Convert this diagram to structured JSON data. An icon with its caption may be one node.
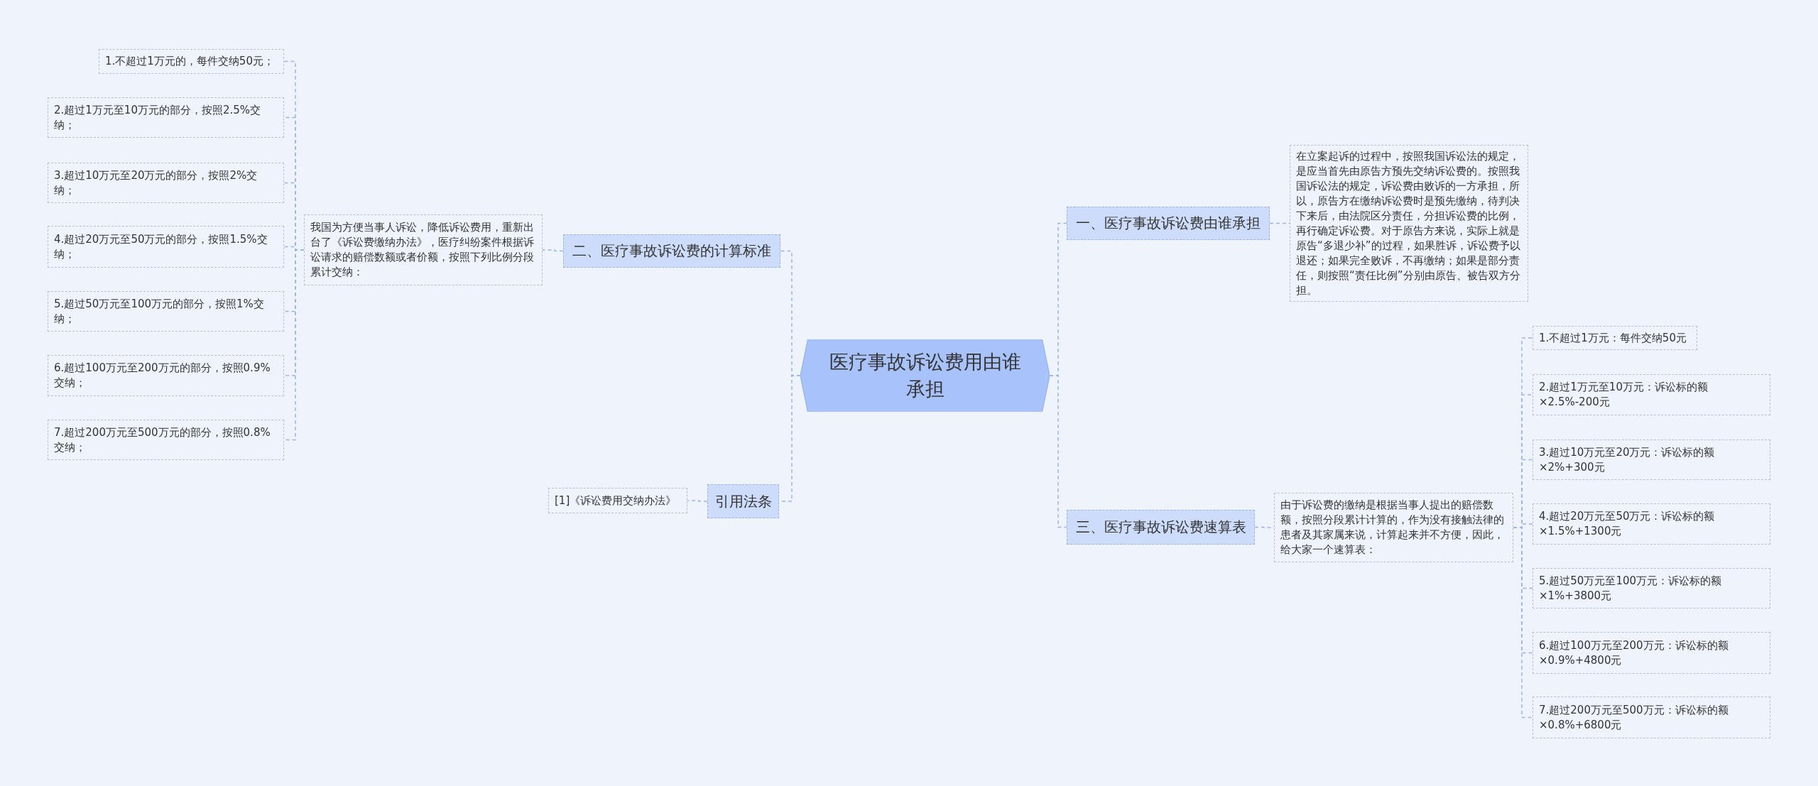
{
  "diagram": {
    "nodes": [
      {
        "text": [
          "医疗事故诉讼费用由谁承担"
        ]
      },
      {
        "text": [
          "一、医疗事故诉讼费由谁承担"
        ]
      },
      {
        "text": [
          "在立案起诉的过程中，按照我国诉讼法的规定，是应当首先由原告方预先交纳诉讼费的。按照我国诉讼法的规定，诉讼费由败诉的一方承担，所以，原告方在缴纳诉讼费时是预先缴纳，待判决下来后，由法院区分责任，分担诉讼费的比例，再行确定诉讼费。对于原告方来说，实际上就是原告“多退少补”的过程，如果胜诉，诉讼费予以退还；如果完全败诉，不再缴纳；如果是部分责任，则按照“责任比例”分别由原告、被告双方分担。"
        ]
      },
      {
        "text": [
          "二、医疗事故诉讼费的计算标准"
        ]
      },
      {
        "text": [
          "我国为方便当事人诉讼，降低诉讼费用，重新出台了《诉讼费缴纳办法》，医疗纠纷案件根据诉讼请求的赔偿数额或者价额，按照下列比例分段累计交纳："
        ]
      },
      {
        "text": [
          "1.不超过1万元的，每件交纳50元；"
        ]
      },
      {
        "text": [
          "2.超过1万元至10万元的部分，按照2.5%交纳；"
        ]
      },
      {
        "text": [
          "3.超过10万元至20万元的部分，按照2%交纳；"
        ]
      },
      {
        "text": [
          "4.超过20万元至50万元的部分，按照1.5%交纳；"
        ]
      },
      {
        "text": [
          "5.超过50万元至100万元的部分，按照1%交纳；"
        ]
      },
      {
        "text": [
          "6.超过100万元至200万元的部分，按照0.9%交纳；"
        ]
      },
      {
        "text": [
          "7.超过200万元至500万元的部分，按照0.8%交纳；"
        ]
      },
      {
        "text": [
          "引用法条"
        ]
      },
      {
        "text": [
          "[1]《诉讼费用交纳办法》"
        ]
      },
      {
        "text": [
          "三、医疗事故诉讼费速算表"
        ]
      },
      {
        "text": [
          "由于诉讼费的缴纳是根据当事人提出的赔偿数额，按照分段累计计算的，作为没有接触法律的患者及其家属来说，计算起来并不方便，因此，给大家一个速算表："
        ]
      },
      {
        "text": [
          "1.不超过1万元：每件交纳50元"
        ]
      },
      {
        "text": [
          "2.超过1万元至10万元：诉讼标的额×2.5%-200元"
        ]
      },
      {
        "text": [
          "3.超过10万元至20万元：诉讼标的额×2%+300元"
        ]
      },
      {
        "text": [
          "4.超过20万元至50万元：诉讼标的额×1.5%+1300元"
        ]
      },
      {
        "text": [
          "5.超过50万元至100万元：诉讼标的额×1%+3800元"
        ]
      },
      {
        "text": [
          "6.超过100万元至200万元：诉讼标的额×0.9%+4800元"
        ]
      },
      {
        "text": [
          "7.超过200万元至500万元：诉讼标的额×0.8%+6800元"
        ]
      }
    ],
    "edges": [
      {
        "from": 0,
        "to": 1,
        "arrow": "none"
      },
      {
        "from": 1,
        "to": 2,
        "arrow": "none"
      },
      {
        "from": 0,
        "to": 3,
        "arrow": "none"
      },
      {
        "from": 3,
        "to": 4,
        "arrow": "none"
      },
      {
        "from": 4,
        "to": 5,
        "arrow": "none"
      },
      {
        "from": 4,
        "to": 6,
        "arrow": "none"
      },
      {
        "from": 4,
        "to": 7,
        "arrow": "none"
      },
      {
        "from": 4,
        "to": 8,
        "arrow": "none"
      },
      {
        "from": 4,
        "to": 9,
        "arrow": "none"
      },
      {
        "from": 4,
        "to": 10,
        "arrow": "none"
      },
      {
        "from": 4,
        "to": 11,
        "arrow": "none"
      },
      {
        "from": 0,
        "to": 12,
        "arrow": "none"
      },
      {
        "from": 12,
        "to": 13,
        "arrow": "none"
      },
      {
        "from": 0,
        "to": 14,
        "arrow": "none"
      },
      {
        "from": 14,
        "to": 15,
        "arrow": "none"
      },
      {
        "from": 15,
        "to": 16,
        "arrow": "none"
      },
      {
        "from": 15,
        "to": 17,
        "arrow": "none"
      },
      {
        "from": 15,
        "to": 18,
        "arrow": "none"
      },
      {
        "from": 15,
        "to": 19,
        "arrow": "none"
      },
      {
        "from": 15,
        "to": 20,
        "arrow": "none"
      },
      {
        "from": 15,
        "to": 21,
        "arrow": "none"
      },
      {
        "from": 15,
        "to": 22,
        "arrow": "none"
      }
    ]
  }
}
